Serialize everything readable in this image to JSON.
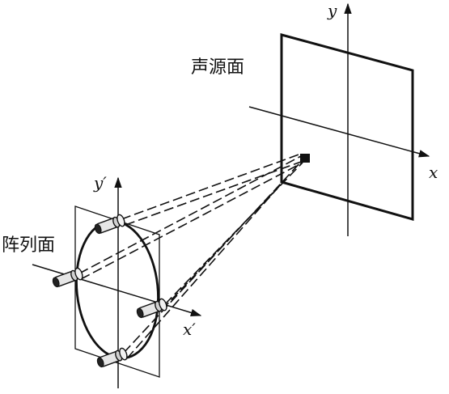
{
  "labels": {
    "source_plane": "声源面",
    "array_plane": "阵列面",
    "y_axis_source": "y",
    "x_axis_source": "x",
    "y_axis_array": "y′",
    "x_axis_array": "x′"
  },
  "icons": {
    "microphone": "microphone-icon",
    "sound_source": "sound-source-icon"
  },
  "colors": {
    "stroke": "#111111",
    "background": "#ffffff"
  }
}
